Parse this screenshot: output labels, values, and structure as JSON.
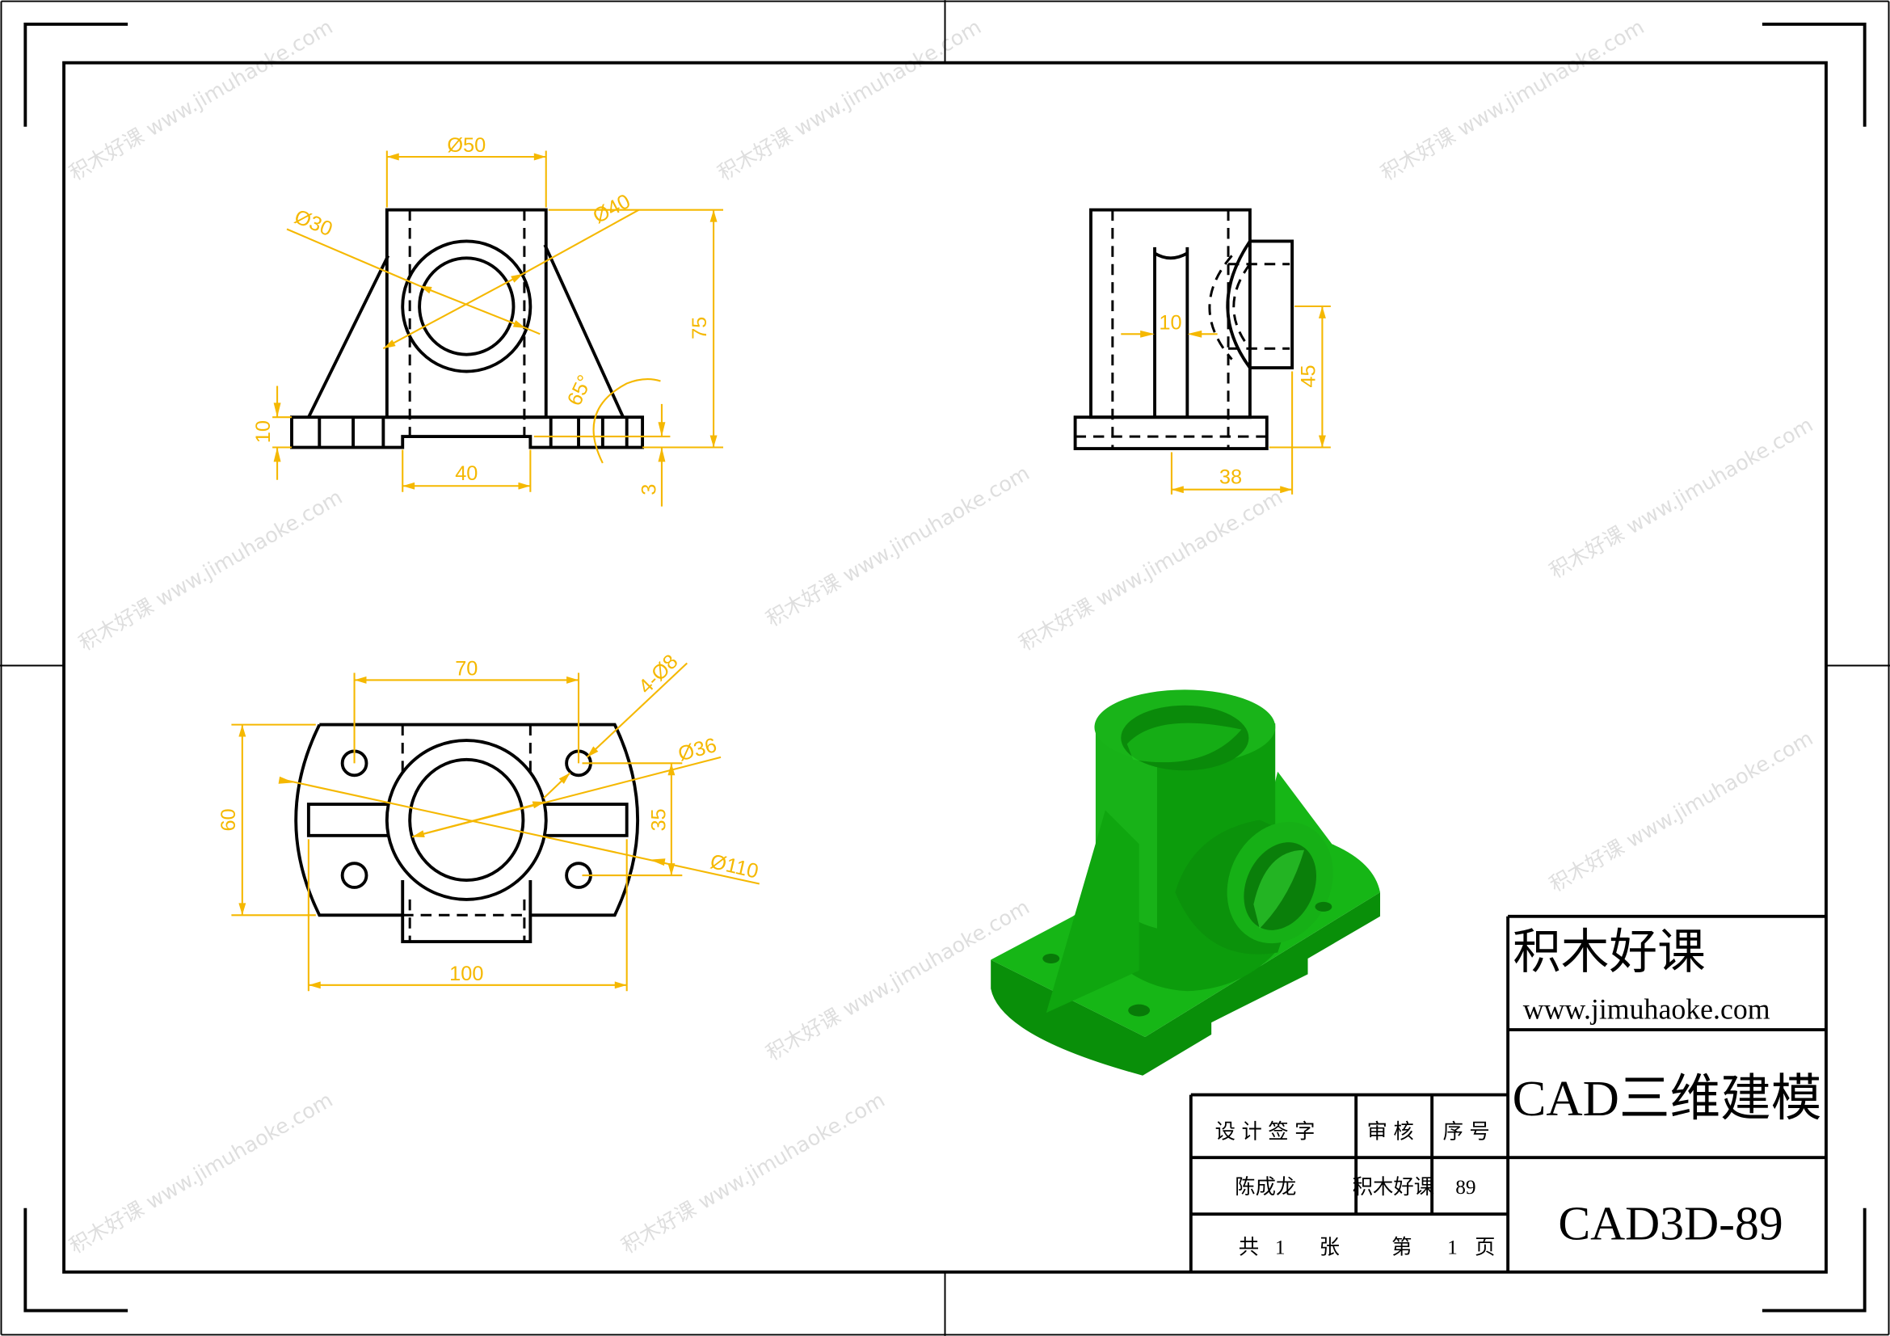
{
  "watermark": "积木好课 www.jimuhaoke.com",
  "colors": {
    "lines": "#000000",
    "dimensions": "#f5b800",
    "model": "#0aa80a"
  },
  "front_view": {
    "dim_top": "Ø50",
    "dim_bore": "Ø40",
    "dim_inner": "Ø30",
    "dim_height": "75",
    "dim_base": "10",
    "dim_recess_width": "40",
    "dim_recess_depth": "3",
    "dim_angle": "65°"
  },
  "side_view": {
    "dim_web": "10",
    "dim_boss_height": "45",
    "dim_boss_offset": "38"
  },
  "top_view": {
    "dim_hole_spacing_x": "70",
    "dim_width": "60",
    "dim_length": "100",
    "dim_hole_spacing_y": "35",
    "dim_holes": "4-Ø8",
    "dim_boss": "Ø36",
    "dim_arc": "Ø110"
  },
  "title_block": {
    "company": "积木好课",
    "website": "www.jimuhaoke.com",
    "title": "CAD三维建模",
    "drawing_no": "CAD3D-89",
    "headers": [
      "设计签字",
      "审核",
      "序号"
    ],
    "values": [
      "陈成龙",
      "积木好课",
      "89"
    ],
    "sheet": {
      "total_label": "共",
      "total": "1",
      "sheets_label": "张",
      "page_label": "第",
      "page": "1",
      "page_unit": "页"
    }
  }
}
